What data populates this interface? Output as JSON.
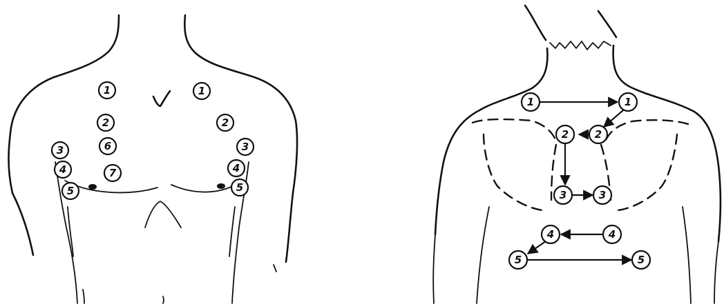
{
  "front_view": {
    "points": [
      {
        "label": "1"
      },
      {
        "label": "1"
      },
      {
        "label": "2"
      },
      {
        "label": "2"
      },
      {
        "label": "6"
      },
      {
        "label": "7"
      },
      {
        "label": "3"
      },
      {
        "label": "3"
      },
      {
        "label": "4"
      },
      {
        "label": "4"
      },
      {
        "label": "5"
      },
      {
        "label": "5"
      }
    ]
  },
  "back_view": {
    "points": [
      {
        "label": "1"
      },
      {
        "label": "1"
      },
      {
        "label": "2"
      },
      {
        "label": "2"
      },
      {
        "label": "3"
      },
      {
        "label": "3"
      },
      {
        "label": "4"
      },
      {
        "label": "4"
      },
      {
        "label": "5"
      },
      {
        "label": "5"
      }
    ],
    "sequence": "1→1, 1→2, 2→2, 2→3, 3→3, 4→4, 4→5, 5→5"
  },
  "colors": {
    "ink": "#111111",
    "background": "#ffffff"
  }
}
